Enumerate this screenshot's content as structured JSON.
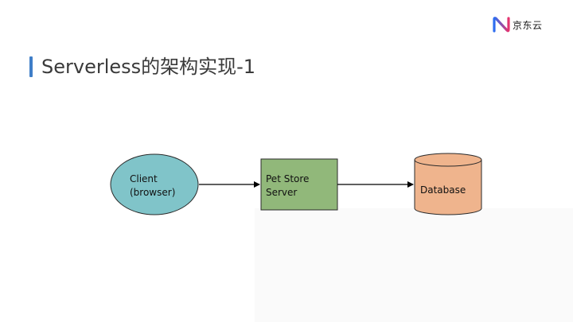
{
  "brand": {
    "name": "京东云",
    "colors": {
      "from": "#2b6ef2",
      "to": "#e8336d"
    }
  },
  "slide": {
    "title": "Serverless的架构实现-1",
    "accent": "#3f7ec8"
  },
  "diagram": {
    "client": {
      "line1": "Client",
      "line2": "(browser)",
      "fill": "#80c4c9"
    },
    "server": {
      "line1": "Pet Store",
      "line2": "Server",
      "fill": "#91b87a"
    },
    "database": {
      "label": "Database",
      "fill": "#efb48d"
    }
  }
}
